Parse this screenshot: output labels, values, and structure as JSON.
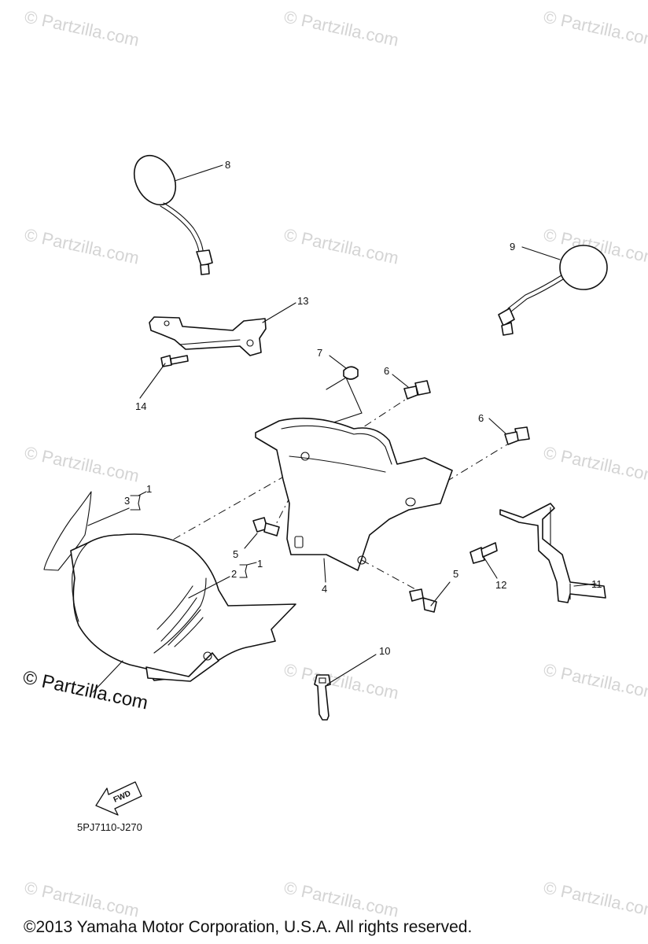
{
  "watermark": "© Partzilla.com",
  "brand_mark": "© Partzilla.com",
  "diagram_code": "5PJ7110-J270",
  "fwd_label": "FWD",
  "copyright": "©2013  Yamaha Motor Corporation, U.S.A. All rights reserved.",
  "callouts": {
    "p1a": "1",
    "p1b": "1",
    "p2": "2",
    "p3": "3",
    "p4": "4",
    "p5a": "5",
    "p5b": "5",
    "p6a": "6",
    "p6b": "6",
    "p7": "7",
    "p8": "8",
    "p9": "9",
    "p10": "10",
    "p11": "11",
    "p12": "12",
    "p13": "13",
    "p14": "14"
  }
}
